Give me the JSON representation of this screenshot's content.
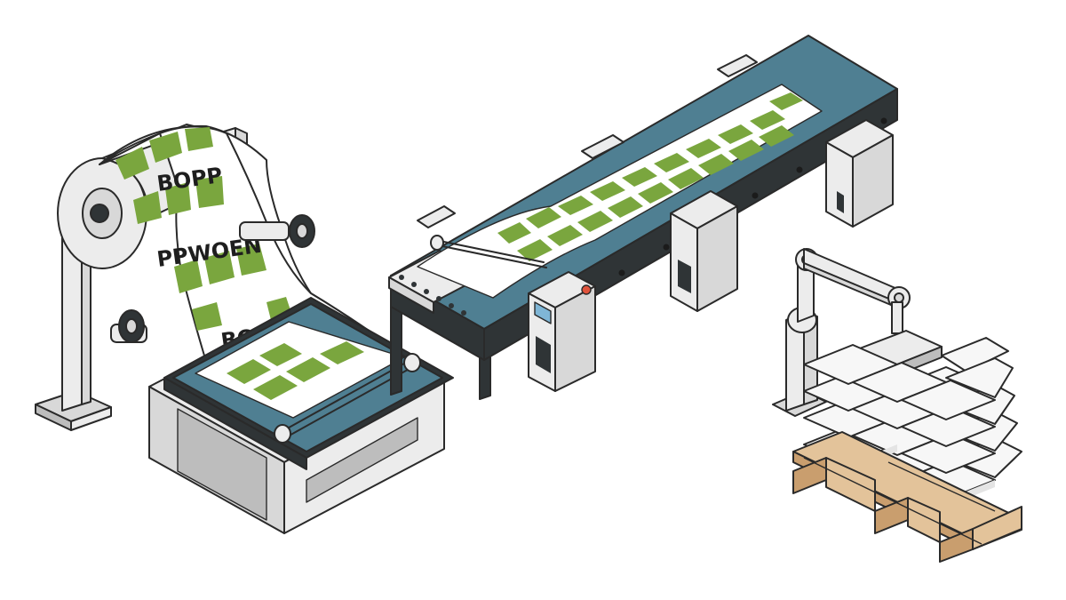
{
  "roll_labels": [
    "BOPP",
    "PPWOEN",
    "BOPP"
  ],
  "colors": {
    "print_green": "#7aa63e",
    "belt_blue": "#4f7f92",
    "frame_dark": "#2f3436",
    "metal": "#ececec",
    "pallet_wood": "#e3c39a",
    "bag_white": "#f7f7f7",
    "button_red": "#e0533c",
    "screen_blue": "#7fb6d6"
  }
}
